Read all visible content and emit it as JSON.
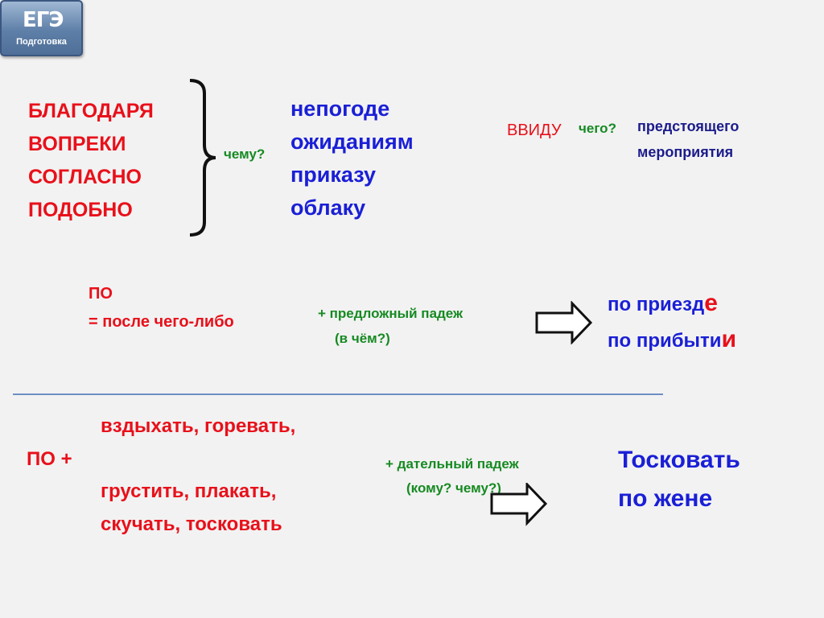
{
  "logo": {
    "mark": "ЕГЭ",
    "subtitle": "Подготовка"
  },
  "section1": {
    "prepositions": [
      "БЛАГОДАРЯ",
      "ВОПРЕКИ",
      "СОГЛАСНО",
      "ПОДОБНО"
    ],
    "question": "чему?",
    "examples": [
      "непогоде",
      "ожиданиям",
      "приказу",
      "облаку"
    ]
  },
  "vvidu": {
    "preposition": "ВВИДУ",
    "question": "чего?",
    "example_line1": "предстоящего",
    "example_line2": "мероприятия"
  },
  "section2": {
    "preposition": "ПО",
    "meaning": "= после чего-либо",
    "case_line1": "+ предложный падеж",
    "case_line2": "(в чём?)",
    "example1_stem": "по приезд",
    "example1_ending": "е",
    "example2_stem": "по прибыти",
    "example2_ending": "и"
  },
  "section3": {
    "preposition": "ПО +",
    "verbs_line1": "вздыхать, горевать,",
    "verbs_line2": "грустить, плакать,",
    "verbs_line3": "скучать, тосковать",
    "case_line1": "+ дательный падеж",
    "case_line2": "(кому? чему?)",
    "example_line1": "Тосковать",
    "example_line2": "по жене"
  }
}
